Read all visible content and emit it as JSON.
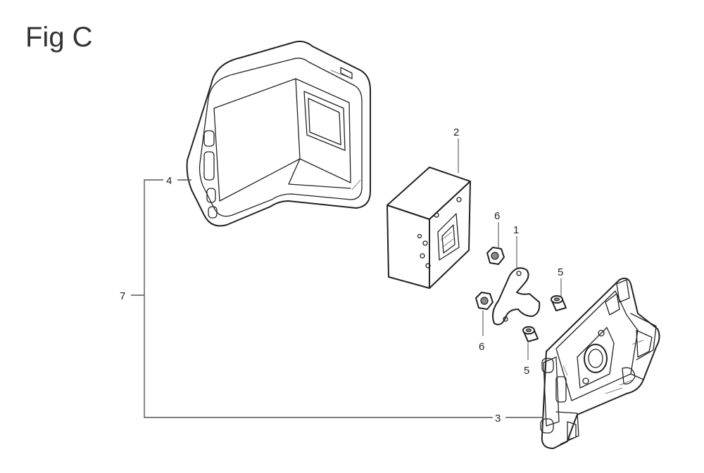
{
  "figure": {
    "title": "Fig C"
  },
  "callouts": {
    "c1": "1",
    "c2": "2",
    "c3": "3",
    "c4": "4",
    "c5a": "5",
    "c5b": "5",
    "c6a": "6",
    "c6b": "6",
    "c7": "7"
  },
  "colors": {
    "line": "#222222",
    "background": "#ffffff"
  }
}
